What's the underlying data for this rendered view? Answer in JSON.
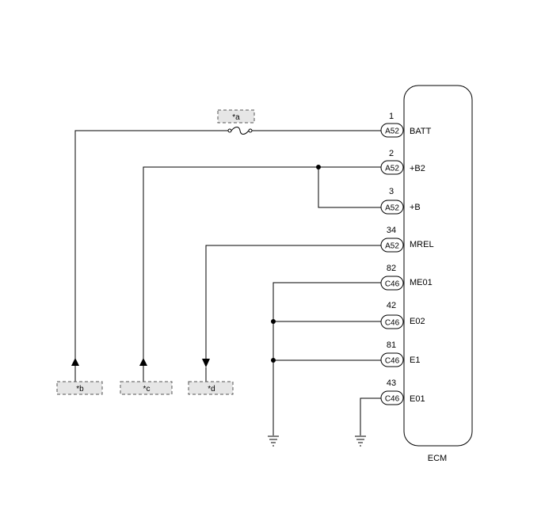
{
  "ecm": {
    "label": "ECM"
  },
  "pins": [
    {
      "num": "1",
      "connector": "A52",
      "terminal": "BATT"
    },
    {
      "num": "2",
      "connector": "A52",
      "terminal": "+B2"
    },
    {
      "num": "3",
      "connector": "A52",
      "terminal": "+B"
    },
    {
      "num": "34",
      "connector": "A52",
      "terminal": "MREL"
    },
    {
      "num": "82",
      "connector": "C46",
      "terminal": "ME01"
    },
    {
      "num": "42",
      "connector": "C46",
      "terminal": "E02"
    },
    {
      "num": "81",
      "connector": "C46",
      "terminal": "E1"
    },
    {
      "num": "43",
      "connector": "C46",
      "terminal": "E01"
    }
  ],
  "callouts": {
    "a": "*a",
    "b": "*b",
    "c": "*c",
    "d": "*d"
  }
}
